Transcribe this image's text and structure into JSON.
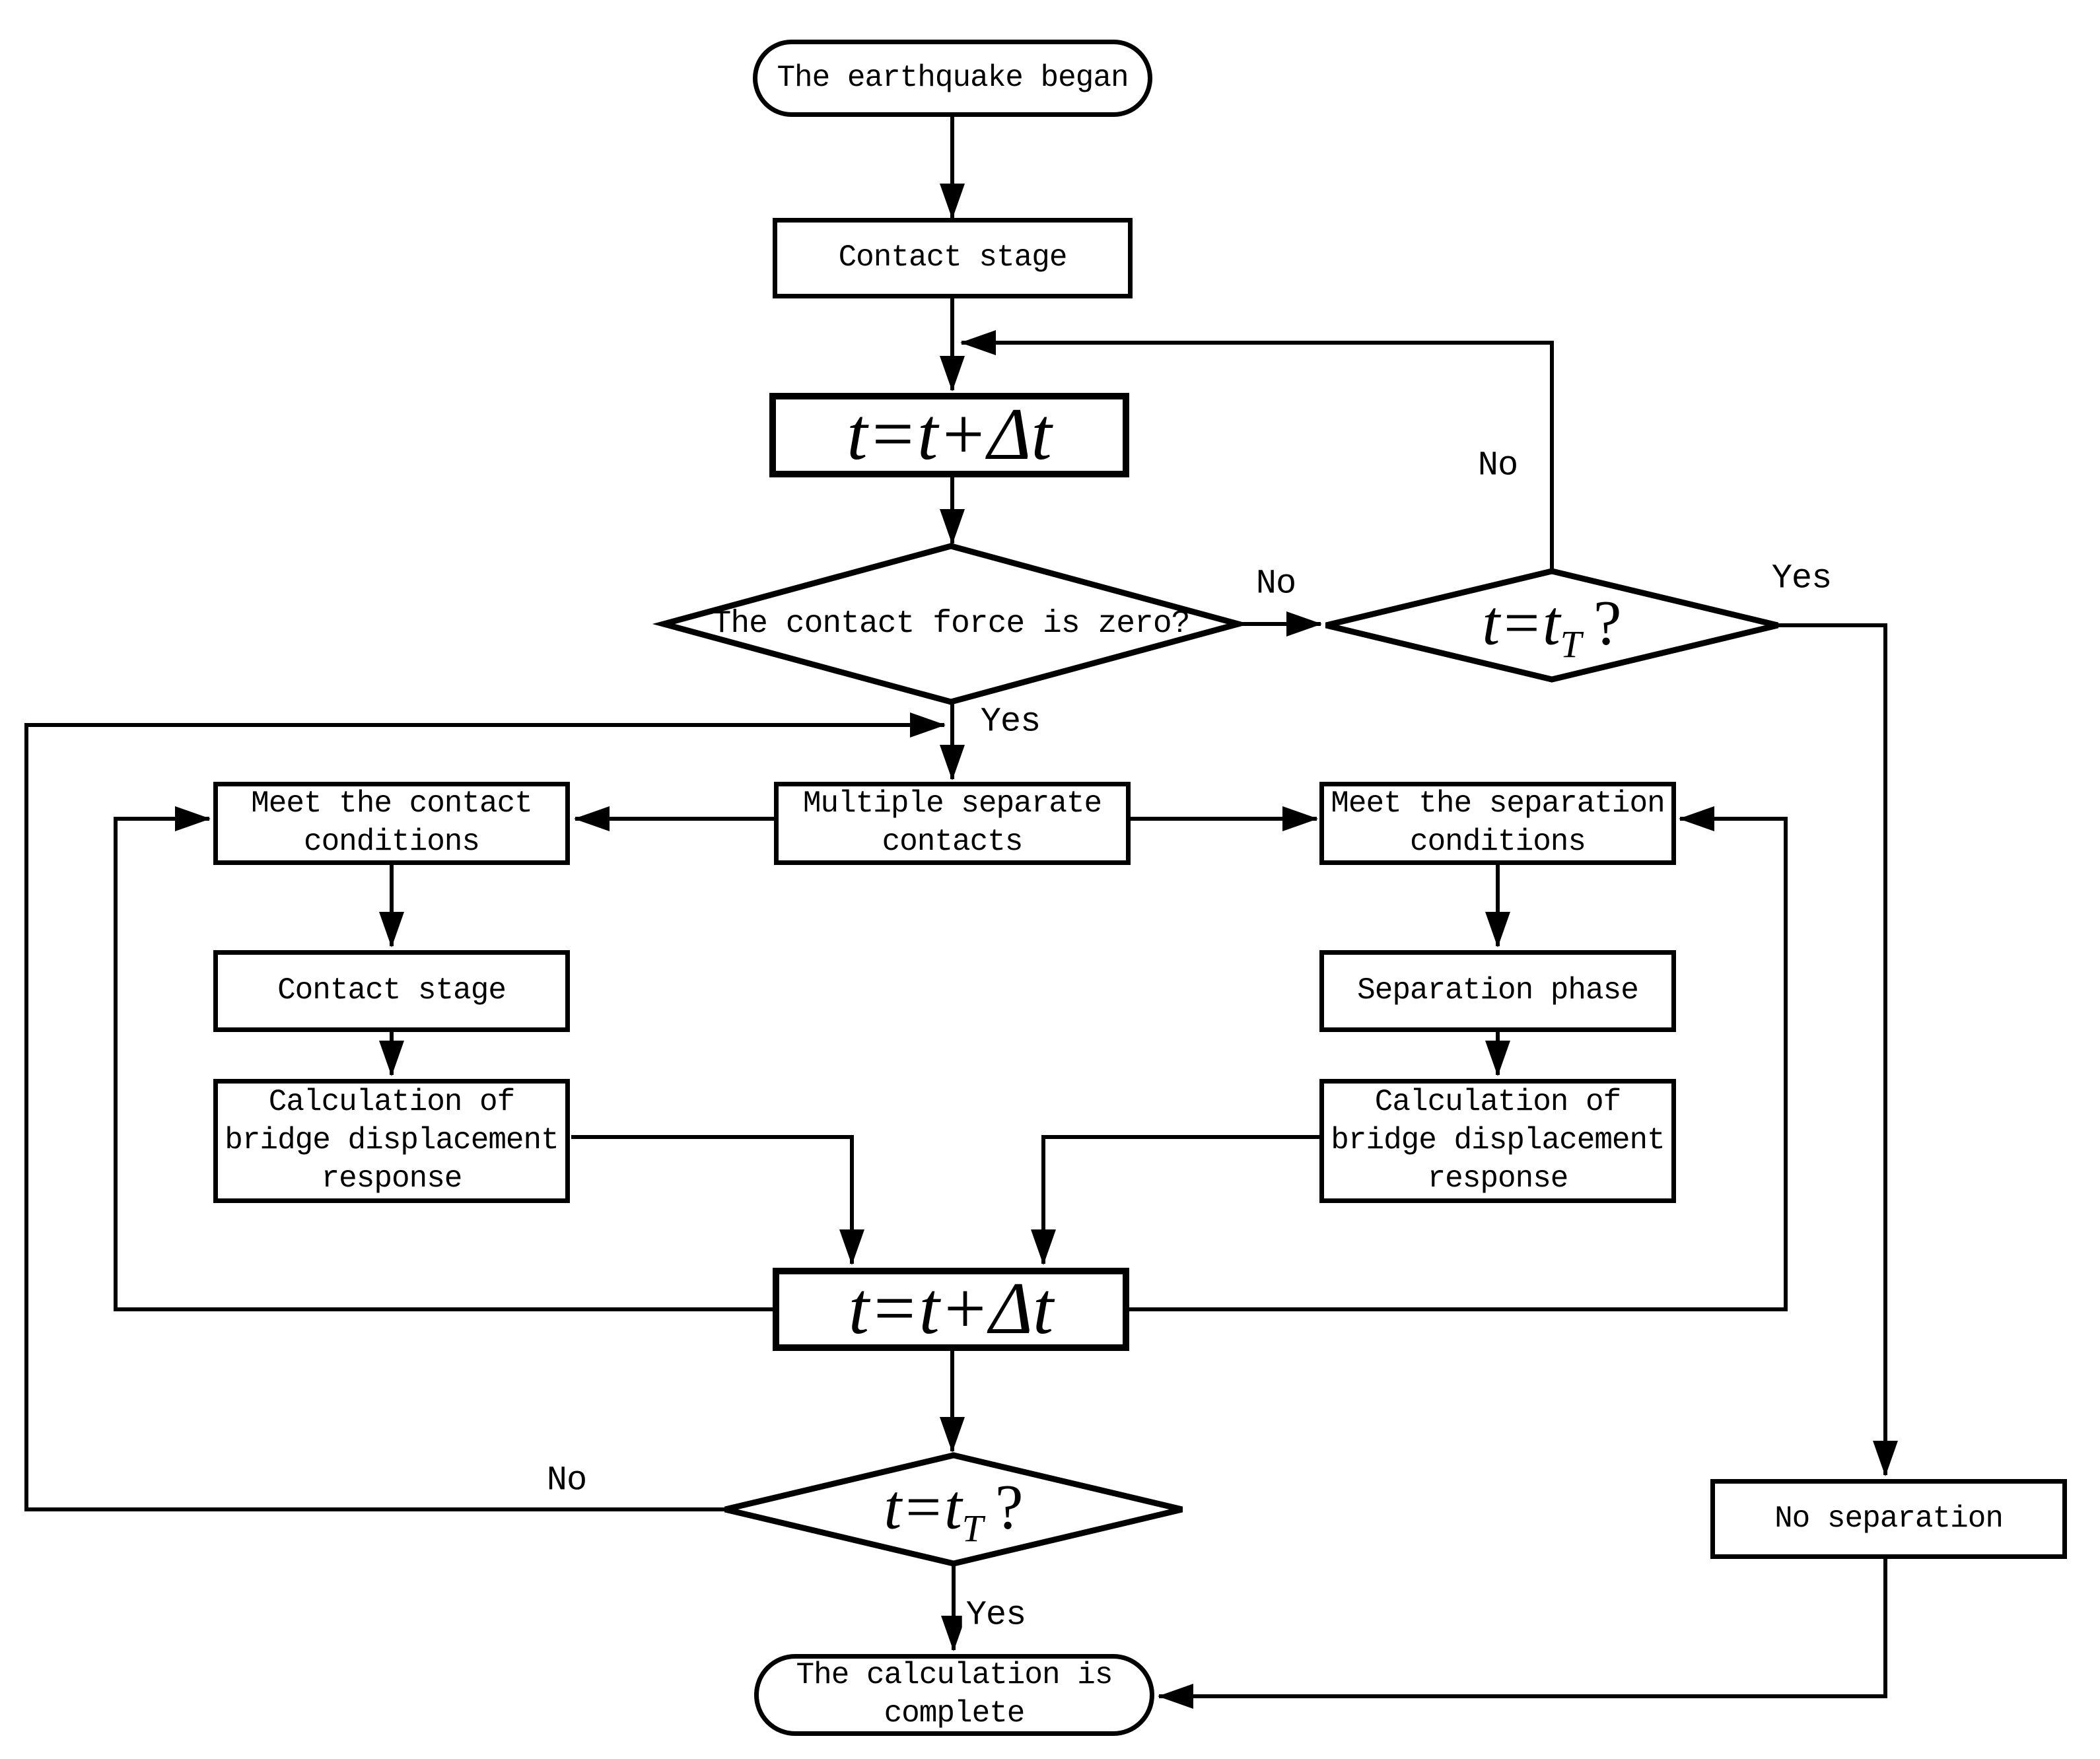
{
  "diagram": {
    "colors": {
      "line": "#000000",
      "background": "#ffffff"
    },
    "nodes": {
      "start": {
        "label": "The earthquake began"
      },
      "contact_stage_top": {
        "label": "Contact stage"
      },
      "time_step_1": {
        "label": "t=t+Δt"
      },
      "decision_contact_force": {
        "label": "The contact force is zero?"
      },
      "decision_time_end_top": {
        "main": "t=t",
        "sub": "T",
        "suffix": "?"
      },
      "multiple_separate_contacts": {
        "lines": [
          "Multiple separate",
          "contacts"
        ]
      },
      "meet_contact_conditions": {
        "lines": [
          "Meet the contact",
          "conditions"
        ]
      },
      "meet_separation_conditions": {
        "lines": [
          "Meet the separation",
          "conditions"
        ]
      },
      "contact_stage_left": {
        "label": "Contact stage"
      },
      "separation_phase": {
        "label": "Separation phase"
      },
      "calc_left": {
        "lines": [
          "Calculation of",
          "bridge displacement",
          "response"
        ]
      },
      "calc_right": {
        "lines": [
          "Calculation of",
          "bridge displacement",
          "response"
        ]
      },
      "time_step_2": {
        "label": "t=t+Δt"
      },
      "decision_time_end_bottom": {
        "main": "t=t",
        "sub": "T",
        "suffix": "?"
      },
      "no_separation": {
        "label": "No separation"
      },
      "end": {
        "lines": [
          "The calculation is",
          "complete"
        ]
      }
    },
    "edge_labels": {
      "no_top_loop": "No",
      "no_between_diamonds": "No",
      "yes_top_right": "Yes",
      "yes_into_contacts": "Yes",
      "no_bottom_loop": "No",
      "yes_to_end": "Yes"
    }
  }
}
